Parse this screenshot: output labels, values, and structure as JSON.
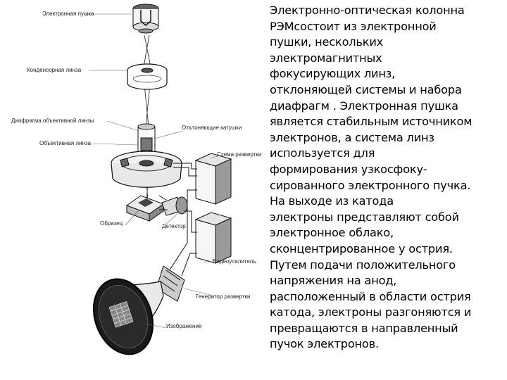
{
  "labels": {
    "gun": "Электронная пушка",
    "condenser": "Конденсорная линза",
    "aperture": "Диафрагма объективной линзы",
    "objective": "Объективная линза",
    "coils": "Отклоняющие катушки",
    "scan_circuit": "Схема развертки",
    "sample": "Образец",
    "detector": "Детектор",
    "amplifier": "Видеоусилитель",
    "generator": "Генератор развертки",
    "image": "Изображение"
  },
  "text_lines": [
    "Электронно-оптическая колонна",
    "РЭМсостоит из электронной",
    "пушки, нескольких",
    "электромагнитных",
    "фокусирующих линз,",
    "отклоняющей системы и набора",
    "диафрагм . Электронная пушка",
    "является стабильным источником",
    "электронов, а система линз",
    "используется для",
    "формирования узкосфоку-",
    "сированного электронного пучка.",
    "На выходе из катода",
    "электроны представляют собой",
    "электронное облако,",
    "сконцентрированное у острия.",
    "Путем подачи положительного",
    "напряжения на анод,",
    "расположенный в области острия",
    "катода, электроны разгоняются и",
    "превращаются в направленный",
    "пучок электронов."
  ]
}
